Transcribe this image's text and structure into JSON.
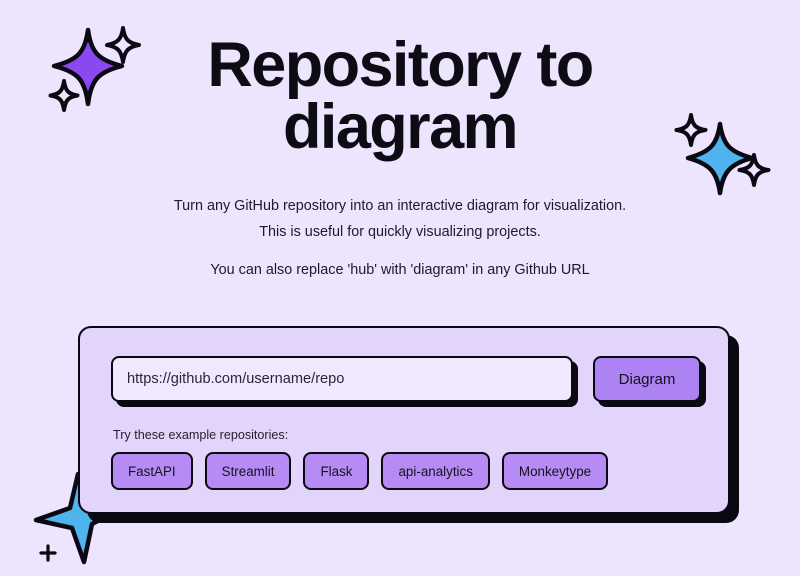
{
  "theme": {
    "page_background": "#EDE4FD",
    "card_background": "#E2D4FB",
    "input_background": "#F0E8FE",
    "accent_purple": "#AD82F2",
    "chip_purple": "#B68CF4",
    "outline_black": "#0a0810",
    "sparkle_purple": "#8B47F0",
    "sparkle_blue": "#4FB3EE"
  },
  "hero": {
    "title_line_1": "Repository to",
    "title_line_2": "diagram",
    "subtitle_line_1": "Turn any GitHub repository into an interactive diagram for visualization.",
    "subtitle_line_2": "This is useful for quickly visualizing projects.",
    "subtitle_line_3": "You can also replace 'hub' with 'diagram' in any Github URL"
  },
  "form": {
    "url_placeholder": "https://github.com/username/repo",
    "url_value": "",
    "submit_label": "Diagram",
    "examples_label": "Try these example repositories:",
    "examples": [
      {
        "label": "FastAPI"
      },
      {
        "label": "Streamlit"
      },
      {
        "label": "Flask"
      },
      {
        "label": "api-analytics"
      },
      {
        "label": "Monkeytype"
      }
    ]
  },
  "decorations": {
    "top_left": "sparkle-purple-icon",
    "top_right": "sparkle-blue-icon",
    "bottom_left": "star-blue-icon"
  }
}
